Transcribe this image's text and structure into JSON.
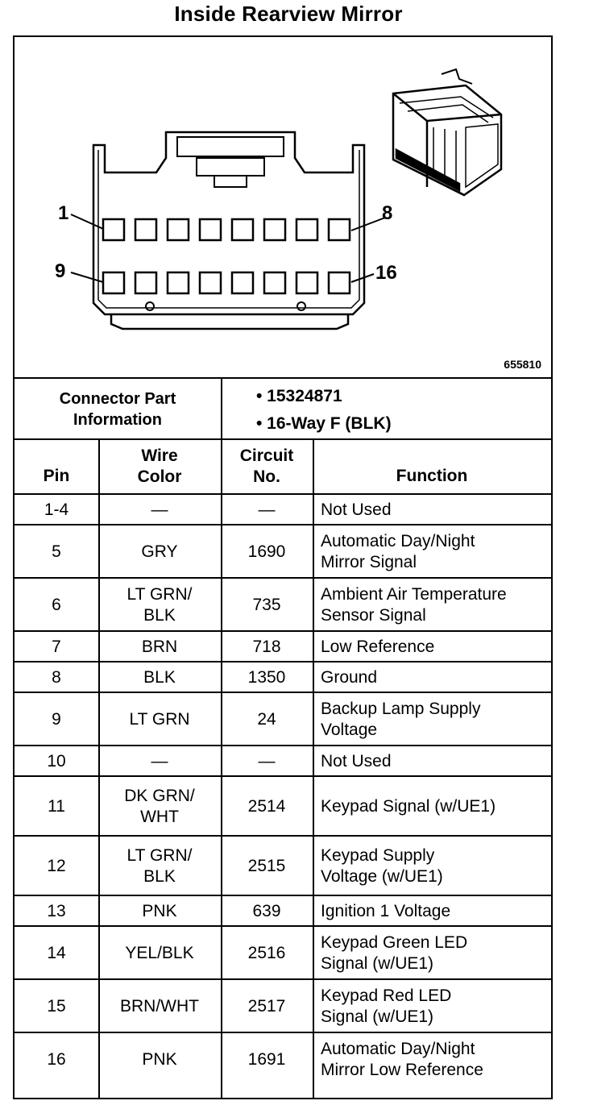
{
  "title": "Inside Rearview Mirror",
  "diagram": {
    "figure_number": "655810",
    "pin_callouts": {
      "top_left": "1",
      "top_right": "8",
      "bottom_left": "9",
      "bottom_right": "16"
    }
  },
  "connector": {
    "label": "Connector Part\nInformation",
    "items": [
      "•  15324871",
      "•  16-Way F (BLK)"
    ]
  },
  "table": {
    "headers": {
      "pin": "Pin",
      "wire_color": "Wire\nColor",
      "circuit": "Circuit\nNo.",
      "function": "Function"
    },
    "rows": [
      {
        "pin": "1-4",
        "wire": "—",
        "circuit": "—",
        "function": "Not Used"
      },
      {
        "pin": "5",
        "wire": "GRY",
        "circuit": "1690",
        "function": "Automatic Day/Night\nMirror Signal"
      },
      {
        "pin": "6",
        "wire": "LT GRN/\nBLK",
        "circuit": "735",
        "function": "Ambient Air Temperature\nSensor Signal"
      },
      {
        "pin": "7",
        "wire": "BRN",
        "circuit": "718",
        "function": "Low Reference"
      },
      {
        "pin": "8",
        "wire": "BLK",
        "circuit": "1350",
        "function": "Ground"
      },
      {
        "pin": "9",
        "wire": "LT GRN",
        "circuit": "24",
        "function": "Backup Lamp Supply\nVoltage"
      },
      {
        "pin": "10",
        "wire": "—",
        "circuit": "—",
        "function": "Not Used"
      },
      {
        "pin": "11",
        "wire": "DK GRN/\nWHT",
        "circuit": "2514",
        "function": "Keypad Signal (w/UE1)"
      },
      {
        "pin": "12",
        "wire": "LT GRN/\nBLK",
        "circuit": "2515",
        "function": "Keypad Supply\nVoltage (w/UE1)"
      },
      {
        "pin": "13",
        "wire": "PNK",
        "circuit": "639",
        "function": "Ignition 1 Voltage"
      },
      {
        "pin": "14",
        "wire": "YEL/BLK",
        "circuit": "2516",
        "function": "Keypad Green LED\nSignal (w/UE1)"
      },
      {
        "pin": "15",
        "wire": "BRN/WHT",
        "circuit": "2517",
        "function": "Keypad Red LED\nSignal (w/UE1)"
      },
      {
        "pin": "16",
        "wire": "PNK",
        "circuit": "1691",
        "function": "Automatic Day/Night\nMirror Low Reference"
      }
    ]
  }
}
